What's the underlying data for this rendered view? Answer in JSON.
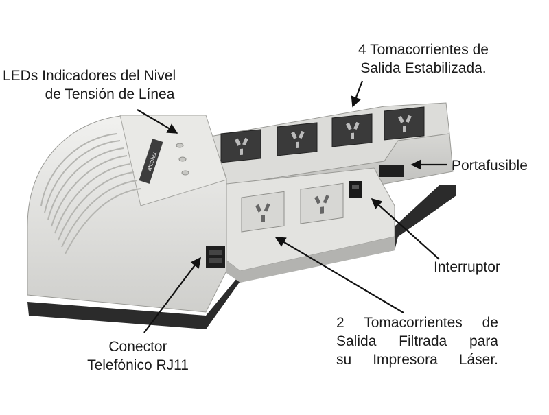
{
  "brand_text": "atcalex",
  "callouts": {
    "leds": {
      "line1": "LEDs Indicadores del Nivel",
      "line2": "de Tensión de Línea"
    },
    "stabilized": {
      "line1": "4 Tomacorrientes de",
      "line2": "Salida Estabilizada."
    },
    "fuse": {
      "line1": "Portafusible"
    },
    "switch": {
      "line1": "Interruptor"
    },
    "filtered": {
      "line1": "2 Tomacorrientes de",
      "line2": "Salida Filtrada para",
      "line3": "su Impresora Láser."
    },
    "rj11": {
      "line1": "Conector",
      "line2": "Telefónico RJ11"
    }
  }
}
